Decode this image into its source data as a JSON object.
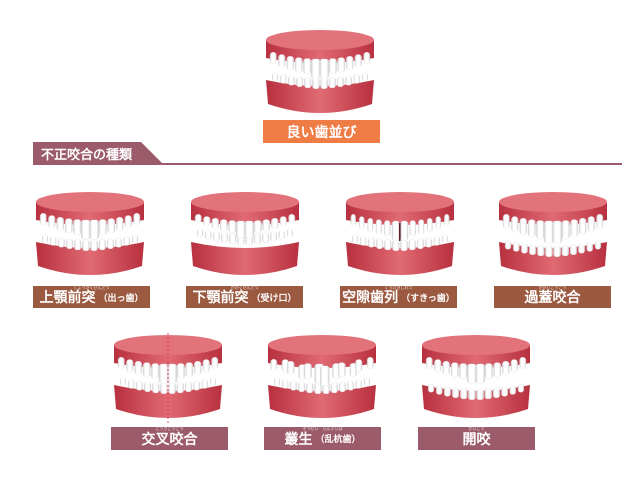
{
  "good": {
    "label": "良い歯並び",
    "color": "#ef7b45"
  },
  "section": {
    "title": "不正咬合の種類",
    "color": "#9b5b6b"
  },
  "types": [
    {
      "label": "上顎前突",
      "sub": "（出っ歯）",
      "ruby": "じょうがくぜんとつ",
      "variant": "overjet"
    },
    {
      "label": "下顎前突",
      "sub": "（受け口）",
      "ruby": "かがくぜんとつ",
      "variant": "underbite"
    },
    {
      "label": "空隙歯列",
      "sub": "（すきっ歯）",
      "ruby": "くうげきしれつ",
      "variant": "spacing"
    },
    {
      "label": "過蓋咬合",
      "sub": "",
      "ruby": "かがいこうごう",
      "variant": "deepbite"
    },
    {
      "label": "交叉咬合",
      "sub": "",
      "ruby": "こうさこうごう",
      "variant": "crossbite"
    },
    {
      "label": "叢生",
      "sub": "（乱杭歯）",
      "ruby": "そうせい　らんぐいば",
      "variant": "crowding"
    },
    {
      "label": "開咬",
      "sub": "",
      "ruby": "かいこう",
      "variant": "openbite"
    }
  ],
  "colors": {
    "row1_label": "#9b5a40",
    "row2_label": "#9b5b6b",
    "gum": "#d2525e",
    "crossbite_line": "#d9303a"
  }
}
